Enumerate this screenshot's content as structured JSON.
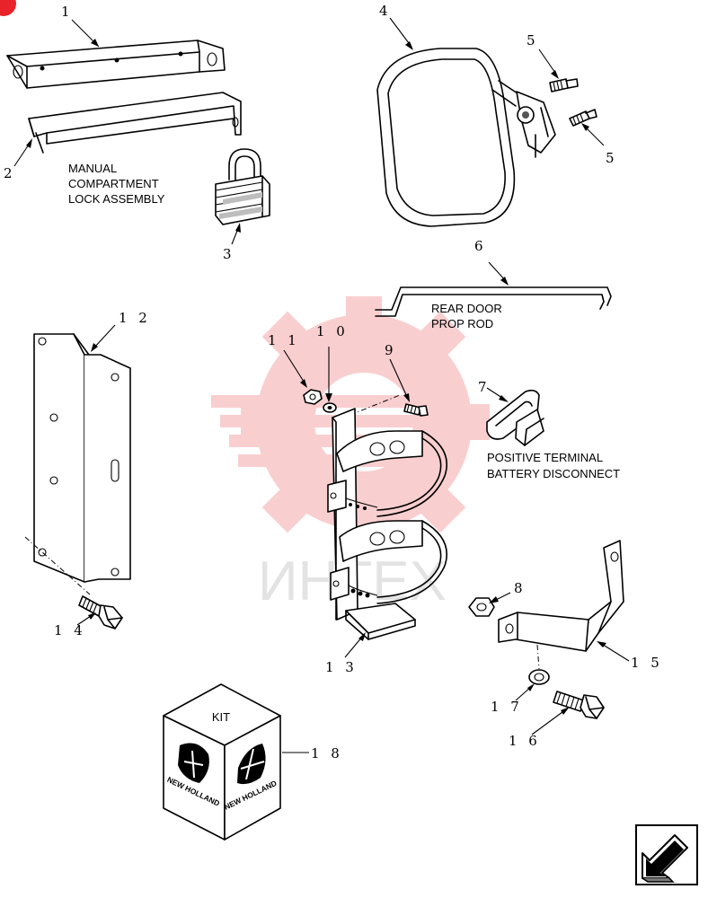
{
  "watermark": {
    "text": "ИНТЕХ",
    "color": "#e8232a"
  },
  "callouts": {
    "c1": "1",
    "c2": "2",
    "c3": "3",
    "c4": "4",
    "c5a": "5",
    "c5b": "5",
    "c6": "6",
    "c7": "7",
    "c8": "8",
    "c9": "9",
    "c10": "1 0",
    "c11": "1 1",
    "c12": "1 2",
    "c13": "1 3",
    "c14": "1 4",
    "c15": "1 5",
    "c16": "1 6",
    "c17": "1 7",
    "c18": "1 8"
  },
  "notes": {
    "manual_lock_1": "MANUAL",
    "manual_lock_2": "COMPARTMENT",
    "manual_lock_3": "LOCK ASSEMBLY",
    "prop_rod_1": "REAR DOOR",
    "prop_rod_2": "PROP ROD",
    "battery_1": "POSITIVE TERMINAL",
    "battery_2": "BATTERY DISCONNECT"
  },
  "kit": {
    "label": "KIT",
    "brand_left": "NEW HOLLAND",
    "brand_right": "NEW HOLLAND"
  },
  "nav": {
    "next_icon": "arrow-next-icon"
  }
}
